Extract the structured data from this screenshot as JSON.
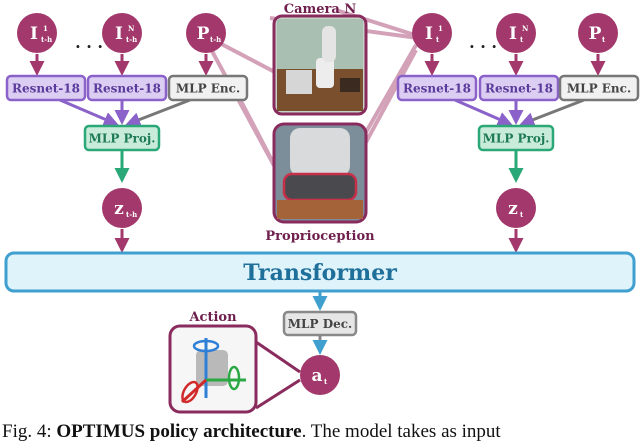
{
  "nodes": {
    "left_i1": {
      "main": "I",
      "sup": "1",
      "sub": "t-h"
    },
    "left_in": {
      "main": "I",
      "sup": "N",
      "sub": "t-h"
    },
    "left_p": {
      "main": "P",
      "sub": "t-h"
    },
    "left_z": {
      "main": "z",
      "sub": "t-h"
    },
    "right_i1": {
      "main": "I",
      "sup": "1",
      "sub": "t"
    },
    "right_in": {
      "main": "I",
      "sup": "N",
      "sub": "t"
    },
    "right_p": {
      "main": "P",
      "sub": "t"
    },
    "right_z": {
      "main": "z",
      "sub": "t"
    },
    "action": {
      "main": "a",
      "sub": "t"
    }
  },
  "ellipsis": ". . .",
  "labels": {
    "resnet": "Resnet-18",
    "mlp_enc": "MLP Enc.",
    "mlp_proj": "MLP Proj.",
    "transformer": "Transformer",
    "mlp_dec": "MLP Dec.",
    "camera": "Camera N",
    "proprioception": "Proprioception",
    "action": "Action"
  },
  "caption": {
    "prefix": "Fig. 4: ",
    "bold": "OPTIMUS policy architecture",
    "rest": ". The model takes as input"
  },
  "colors": {
    "node": "#a2386b",
    "resnet_fill": "#dccdf2",
    "resnet_stroke": "#8a62c9",
    "mlp_enc_fill": "#f1f1f1",
    "mlp_enc_stroke": "#777777",
    "proj_fill": "#c8ecd9",
    "proj_stroke": "#2aa877",
    "transformer_fill": "#dff3fb",
    "transformer_stroke": "#3f9fcf",
    "dec_fill": "#e6e6e6",
    "dec_stroke": "#888888",
    "frame": "#8a2b5e",
    "connector": "#d3a2b9",
    "arrow_purple": "#8a62c9",
    "arrow_green": "#2aa877",
    "arrow_blue": "#3f9fcf"
  }
}
